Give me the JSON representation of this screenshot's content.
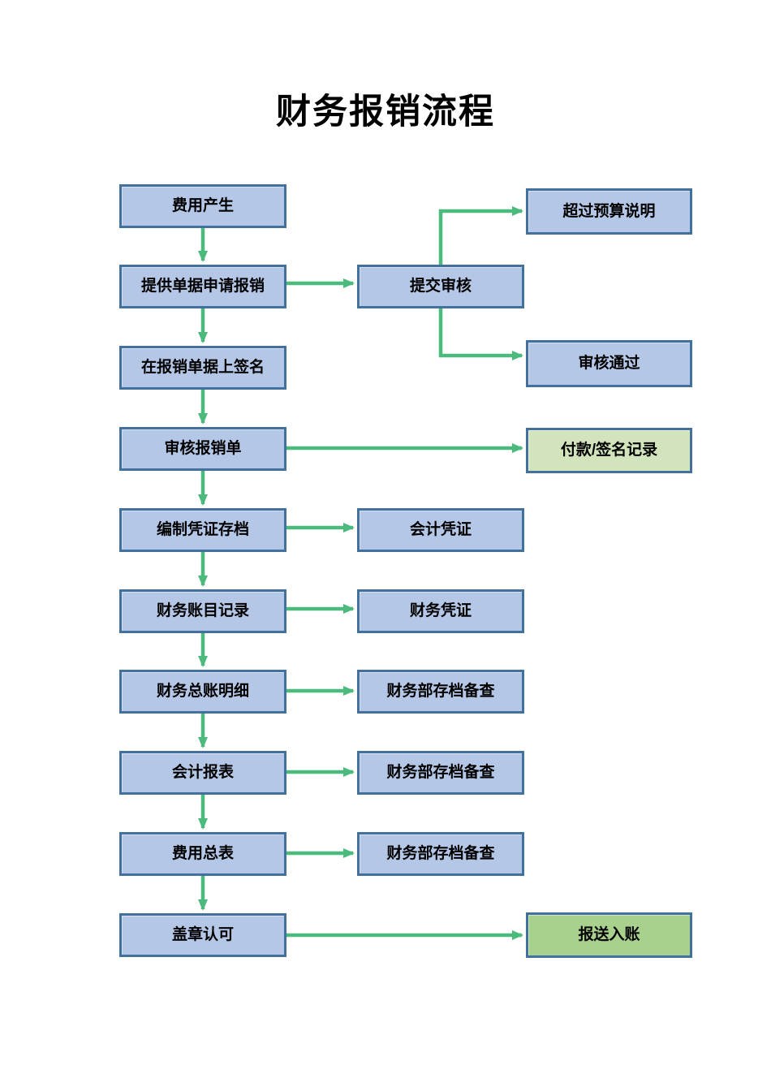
{
  "title": "财务报销流程",
  "colors": {
    "node_fill_blue": "#b4c7e7",
    "node_fill_green_light": "#d2e4bc",
    "node_fill_green": "#a9d18e",
    "node_border": "#41719c",
    "arrow": "#4cba7c",
    "text": "#000000",
    "background": "#ffffff"
  },
  "nodes": [
    {
      "id": "expense-incurred",
      "label": "费用产生"
    },
    {
      "id": "provide-documents-apply",
      "label": "提供单据申请报销"
    },
    {
      "id": "sign-on-reimbursement-documents",
      "label": "在报销单据上签名"
    },
    {
      "id": "review-reimbursement-form",
      "label": "审核报销单"
    },
    {
      "id": "prepare-voucher-archive",
      "label": "编制凭证存档"
    },
    {
      "id": "financial-account-records",
      "label": "财务账目记录"
    },
    {
      "id": "general-ledger-details",
      "label": "财务总账明细"
    },
    {
      "id": "accounting-statements",
      "label": "会计报表"
    },
    {
      "id": "expense-summary-table",
      "label": "费用总表"
    },
    {
      "id": "stamp-approval",
      "label": "盖章认可"
    },
    {
      "id": "submit-review",
      "label": "提交审核"
    },
    {
      "id": "accounting-voucher",
      "label": "会计凭证"
    },
    {
      "id": "financial-voucher",
      "label": "财务凭证"
    },
    {
      "id": "finance-dept-archive-1",
      "label": "财务部存档备查"
    },
    {
      "id": "finance-dept-archive-2",
      "label": "财务部存档备查"
    },
    {
      "id": "finance-dept-archive-3",
      "label": "财务部存档备查"
    },
    {
      "id": "over-budget-explanation",
      "label": "超过预算说明"
    },
    {
      "id": "review-passed",
      "label": "审核通过"
    },
    {
      "id": "payment-signature-record",
      "label": "付款/签名记录"
    },
    {
      "id": "submit-for-posting",
      "label": "报送入账"
    }
  ],
  "edges": [
    {
      "from": "expense-incurred",
      "to": "provide-documents-apply"
    },
    {
      "from": "provide-documents-apply",
      "to": "sign-on-reimbursement-documents"
    },
    {
      "from": "sign-on-reimbursement-documents",
      "to": "review-reimbursement-form"
    },
    {
      "from": "review-reimbursement-form",
      "to": "prepare-voucher-archive"
    },
    {
      "from": "prepare-voucher-archive",
      "to": "financial-account-records"
    },
    {
      "from": "financial-account-records",
      "to": "general-ledger-details"
    },
    {
      "from": "general-ledger-details",
      "to": "accounting-statements"
    },
    {
      "from": "accounting-statements",
      "to": "expense-summary-table"
    },
    {
      "from": "expense-summary-table",
      "to": "stamp-approval"
    },
    {
      "from": "provide-documents-apply",
      "to": "submit-review"
    },
    {
      "from": "submit-review",
      "to": "over-budget-explanation"
    },
    {
      "from": "submit-review",
      "to": "review-passed"
    },
    {
      "from": "review-reimbursement-form",
      "to": "payment-signature-record"
    },
    {
      "from": "prepare-voucher-archive",
      "to": "accounting-voucher"
    },
    {
      "from": "financial-account-records",
      "to": "financial-voucher"
    },
    {
      "from": "general-ledger-details",
      "to": "finance-dept-archive-1"
    },
    {
      "from": "accounting-statements",
      "to": "finance-dept-archive-2"
    },
    {
      "from": "expense-summary-table",
      "to": "finance-dept-archive-3"
    },
    {
      "from": "stamp-approval",
      "to": "submit-for-posting"
    }
  ]
}
